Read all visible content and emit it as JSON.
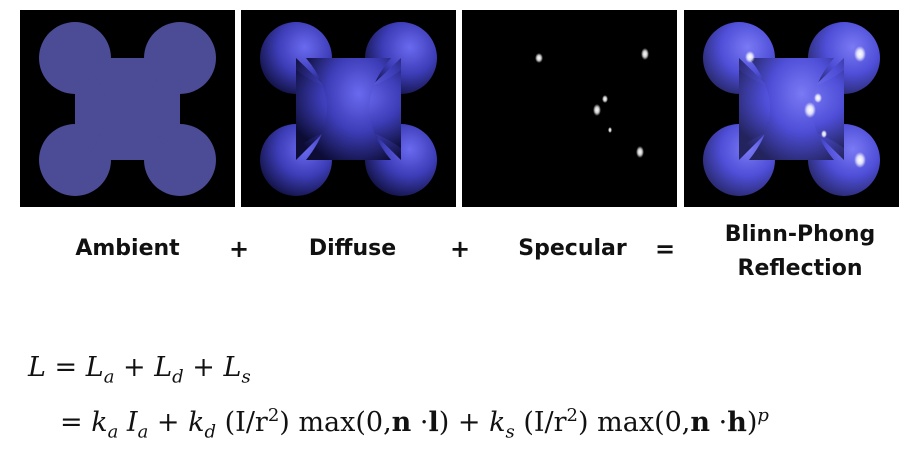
{
  "panels": [
    {
      "label": "Ambient"
    },
    {
      "label": "Diffuse"
    },
    {
      "label": "Specular"
    },
    {
      "label_line1": "Blinn-Phong",
      "label_line2": "Reflection"
    }
  ],
  "operators": {
    "plus1": "+",
    "plus2": "+",
    "equals": "="
  },
  "colors": {
    "shape_flat": "#4b4b96",
    "shape_lit": "#5a5ae6",
    "background": "#000000",
    "highlight": "#ffffff"
  },
  "equation": {
    "line1": {
      "L": "L",
      "eq": "=",
      "La": "L",
      "a": "a",
      "plus1": "+",
      "Ld": "L",
      "d": "d",
      "plus2": "+",
      "Ls": "L",
      "s": "s"
    },
    "line2": {
      "eq": "=",
      "ka": "k",
      "ka_sub": "a",
      "Ia": "I",
      "Ia_sub": "a",
      "plus1": "+",
      "kd": "k",
      "kd_sub": "d",
      "term1": "(I/r",
      "sq1": "2",
      "close1": ")",
      "max1": "max(0,",
      "n1": "n",
      "dot1": "·",
      "l": "l",
      "close2": ")",
      "plus2": "+",
      "ks": "k",
      "ks_sub": "s",
      "term2": "(I/r",
      "sq2": "2",
      "close3": ")",
      "max2": "max(0,",
      "n2": "n",
      "dot2": "·",
      "h": "h",
      "close4": ")",
      "p": "p"
    }
  }
}
